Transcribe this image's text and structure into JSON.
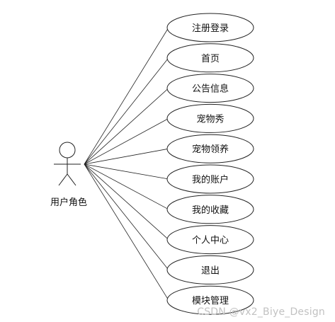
{
  "diagram": {
    "actor": {
      "label": "用户角色"
    },
    "use_cases": [
      {
        "label": "注册登录"
      },
      {
        "label": "首页"
      },
      {
        "label": "公告信息"
      },
      {
        "label": "宠物秀"
      },
      {
        "label": "宠物领养"
      },
      {
        "label": "我的账户"
      },
      {
        "label": "我的收藏"
      },
      {
        "label": "个人中心"
      },
      {
        "label": "退出"
      },
      {
        "label": "模块管理"
      }
    ],
    "colors": {
      "stroke": "#222222",
      "ellipse_fill": "#ffffff",
      "text": "#111111",
      "watermark": "#c2c2c2"
    }
  },
  "watermark": {
    "text": "CSDN @vx2_Biye_Design"
  }
}
